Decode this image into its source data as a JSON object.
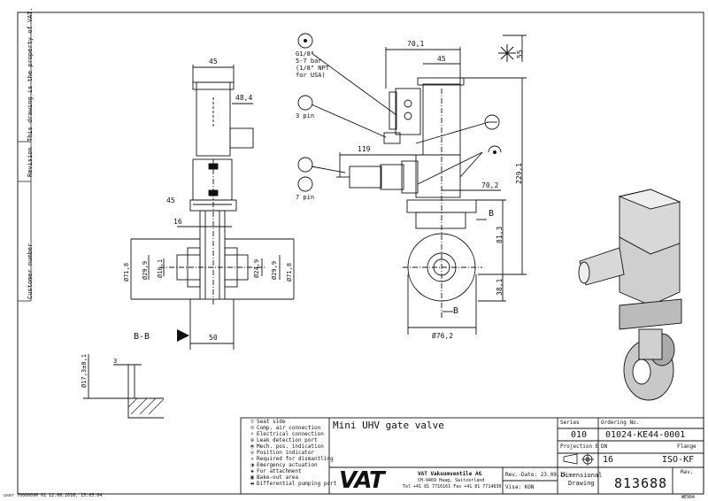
{
  "sidebar": {
    "property_note": "This drawing is the property of VAT.",
    "revision_label": "Revision",
    "customer_label": "Customer number"
  },
  "footer": {
    "user_stamp": "user 7000009M 01 12.06.2016, 15:05:04",
    "corner_code": "WE904"
  },
  "title_block": {
    "title": "Mini UHV gate valve",
    "series_label": "Series",
    "series_value": "010",
    "ordering_label": "Ordering No.",
    "ordering_value": "01024-KE44-0001",
    "projection_label": "Projection E",
    "dn_label": "DN",
    "dn_value": "16",
    "flange_label": "Flange",
    "flange_value": "ISO-KF",
    "doc_type_line1": "Dimensional",
    "doc_type_line2": "Drawing",
    "drawing_number": "813688",
    "rev_label": "Rev.",
    "company_name": "VAT Vakuumventile AG",
    "company_addr": "CH-9469 Haag, Switzerland",
    "company_contact": "Tel +41 81 7716161 Fax +41 81 7714830",
    "rev_date_label": "Rev.-Date:",
    "rev_date_value": "23.09.15",
    "visa_label": "Visa:",
    "visa_value": "KON",
    "logo_text": "VAT"
  },
  "legend": [
    {
      "icon": "seat-side-icon",
      "glyph": "▽",
      "label": "Seat side"
    },
    {
      "icon": "comp-air-icon",
      "glyph": "⊙",
      "label": "Comp. air connection"
    },
    {
      "icon": "electrical-icon",
      "glyph": "⚡",
      "label": "Electrical connection"
    },
    {
      "icon": "leak-port-icon",
      "glyph": "⊕",
      "label": "Leak detection port"
    },
    {
      "icon": "mech-pos-icon",
      "glyph": "◓",
      "label": "Mech. pos. indication"
    },
    {
      "icon": "pos-indicator-icon",
      "glyph": "⊖",
      "label": "Position indicator"
    },
    {
      "icon": "dismantling-icon",
      "glyph": "✳",
      "label": "Required for dismantling"
    },
    {
      "icon": "emergency-icon",
      "glyph": "◑",
      "label": "Emergency actuation"
    },
    {
      "icon": "attachment-icon",
      "glyph": "◈",
      "label": "For attachment"
    },
    {
      "icon": "bakeout-icon",
      "glyph": "▣",
      "label": "Bake-out area"
    },
    {
      "icon": "pumping-icon",
      "glyph": "▬",
      "label": "Differential pumping port"
    }
  ],
  "annotations": {
    "air_conn": [
      "G1/8\"",
      "5-7 bar",
      "(1/8\" NPT",
      "for USA)"
    ],
    "pin3": "3 pin",
    "pin7": "7 pin",
    "section_label": "B-B",
    "section_mark": "B"
  },
  "dimensions": {
    "left_top_width": "45",
    "left_side_offset": "48,4",
    "left_flange_width": "45",
    "left_plate": "16",
    "left_dia_outer_l": "Ø71,8",
    "left_dia_mid_l": "Ø29,9",
    "left_dia_inner_l": "Ø16,1",
    "left_dia_inner_r": "Ø24,9",
    "left_dia_mid_r": "Ø29,9",
    "left_dia_outer_r": "Ø71,8",
    "left_bottom": "50",
    "mid_top_offset": "70,1",
    "mid_top_width": "45",
    "mid_119": "119",
    "mid_70_2": "70,2",
    "mid_229_1": "229,1",
    "mid_81_3": "81,3",
    "mid_55": "55",
    "mid_38_1": "38,1",
    "mid_dia": "Ø76,2",
    "detail_3": "3",
    "detail_dia": "Ø17,3±0,1"
  }
}
